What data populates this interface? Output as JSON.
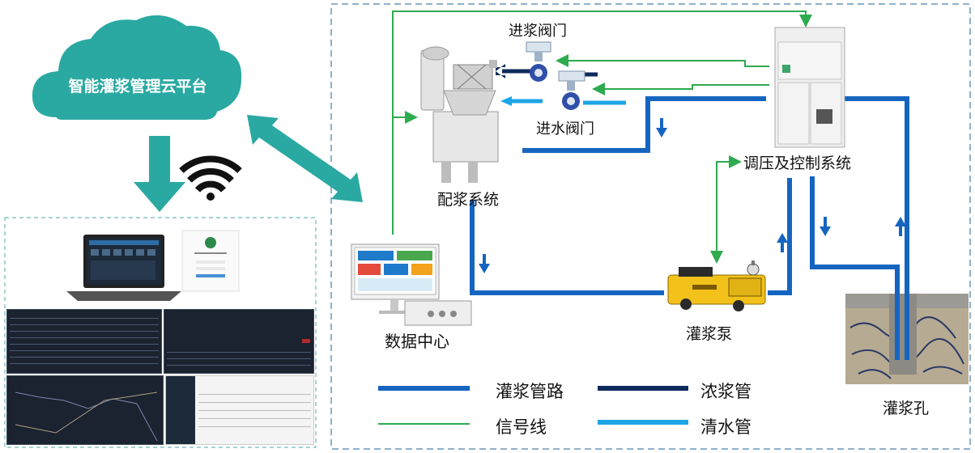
{
  "cloud": {
    "title": "智能灌浆管理云平台"
  },
  "labels": {
    "slurry_valve": "进浆阀门",
    "water_valve": "进水阀门",
    "mixing_system": "配浆系统",
    "control_system": "调压及控制系统",
    "data_center": "数据中心",
    "grout_pump": "灌浆泵",
    "grout_hole": "灌浆孔"
  },
  "legend": {
    "grout_pipe": "灌浆管路",
    "thick_pipe": "浓浆管",
    "signal_line": "信号线",
    "water_pipe": "清水管"
  },
  "colors": {
    "cloud": "#2aa9a2",
    "grout_pipe": "#1565c0",
    "thick_pipe": "#0d2a5c",
    "signal_line": "#2eaa4f",
    "water_pipe": "#1ea5e6",
    "frame_dash": "#8fb1c9"
  },
  "icons": [
    "cloud-icon",
    "wifi-icon",
    "arrow-down-icon",
    "double-arrow-icon",
    "flow-arrow-icon"
  ]
}
